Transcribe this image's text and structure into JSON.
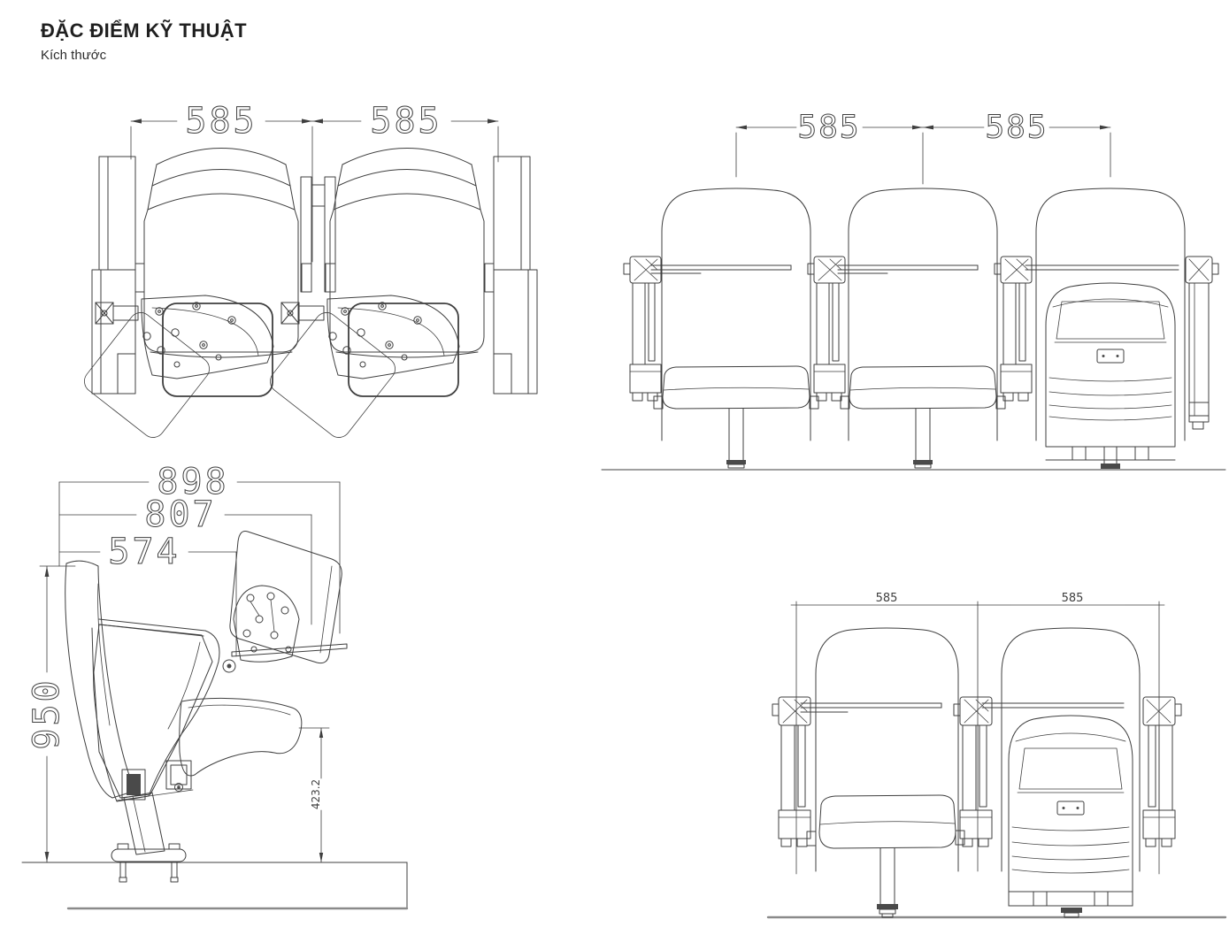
{
  "header": {
    "title": "ĐẶC ĐIỂM KỸ THUẬT",
    "subtitle": "Kích thước"
  },
  "views": {
    "top_view": {
      "dim_seat1": "585",
      "dim_seat2": "585"
    },
    "front_view_three_seats": {
      "dim_pitch1": "585",
      "dim_pitch2": "585"
    },
    "side_view": {
      "dim_overall_depth": "898",
      "dim_open_depth": "807",
      "dim_closed_depth": "574",
      "dim_overall_height": "950",
      "dim_armrest_height": "423.2"
    },
    "front_view_two_seats": {
      "dim_pitch1": "585",
      "dim_pitch2": "585"
    }
  },
  "colors": {
    "line": "#3f3f3f",
    "ground": "#8a8a8a",
    "title": "#1f1f1f"
  }
}
